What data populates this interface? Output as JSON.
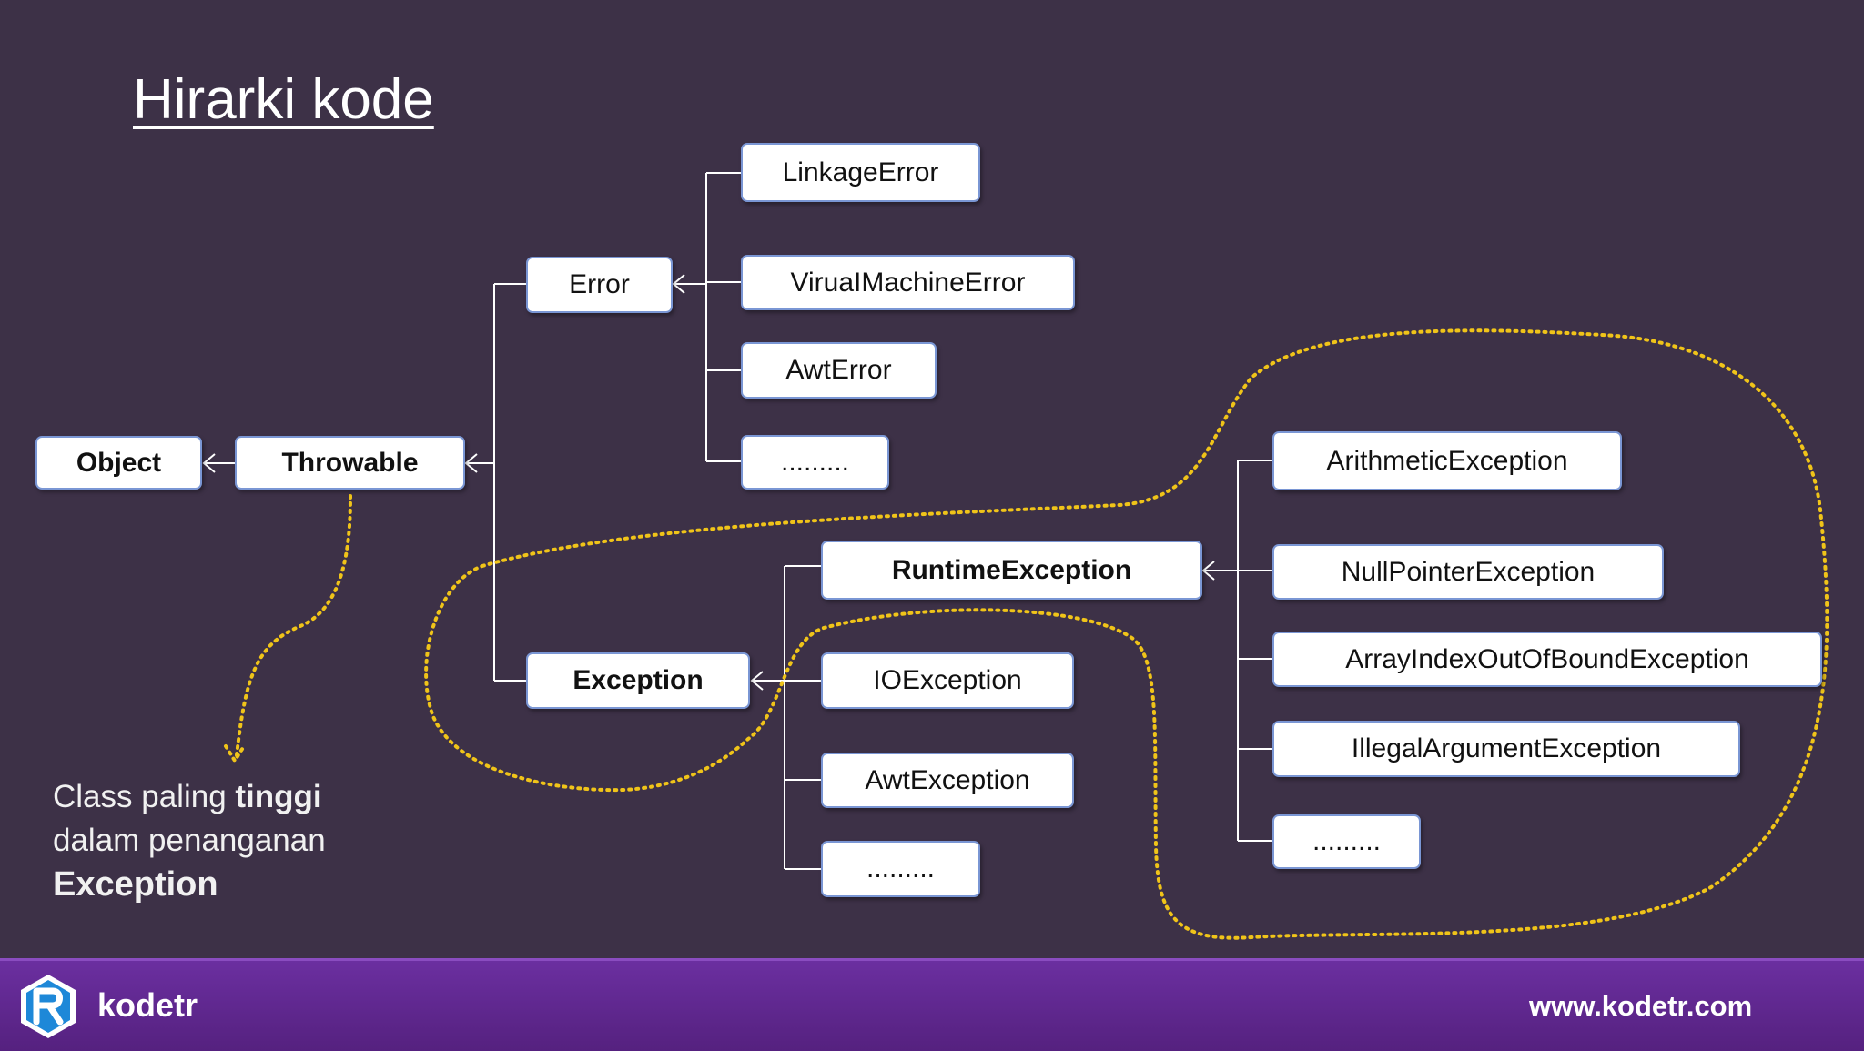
{
  "title": "Hirarki kode",
  "nodes": {
    "object": "Object",
    "throwable": "Throwable",
    "error": "Error",
    "linkage_error": "LinkageError",
    "virtual_machine_error": "ViruaIMachineError",
    "awt_error": "AwtError",
    "error_more": ".........",
    "exception": "Exception",
    "runtime_exception": "RuntimeException",
    "io_exception": "IOException",
    "awt_exception": "AwtException",
    "exception_more": ".........",
    "arithmetic_exception": "ArithmeticException",
    "null_pointer_exception": "NullPointerException",
    "array_index_exception": "ArrayIndexOutOfBoundException",
    "illegal_argument_exception": "IllegalArgumentException",
    "runtime_more": "........."
  },
  "note": {
    "line1_prefix": "Class paling ",
    "line1_bold": "tinggi",
    "line2": "dalam penanganan",
    "line3": "Exception"
  },
  "footer": {
    "brand": "kodetr",
    "url": "www.kodetr.com"
  },
  "colors": {
    "background": "#3d3147",
    "node_border": "#7a96d4",
    "connector": "#ffffff",
    "annotation": "#f0c419",
    "footer": "#5e2590"
  }
}
